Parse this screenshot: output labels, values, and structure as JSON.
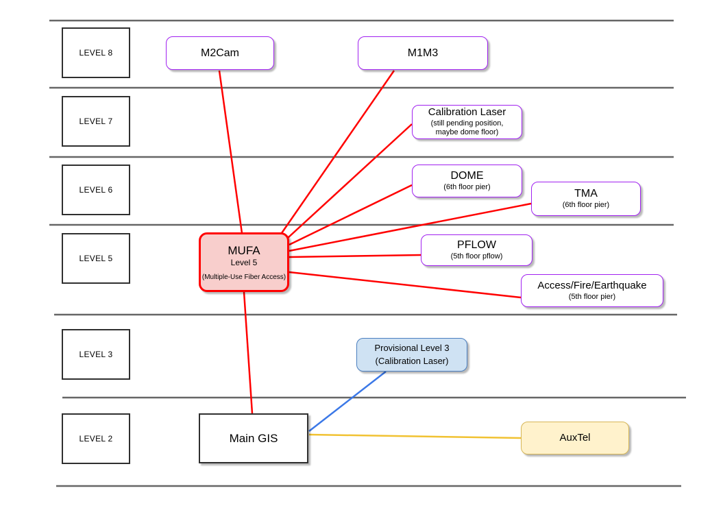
{
  "colors": {
    "separator": "#666666",
    "red_line": "#ff0000",
    "blue_line": "#3b78e7",
    "yellow_line": "#f1c232",
    "purple_border": "#a020f0",
    "mufa_fill": "#f8cecc",
    "mufa_border": "#ff0000",
    "provisional_fill": "#cfe2f3",
    "provisional_border": "#4a7ebf",
    "auxtel_fill": "#fff2cc",
    "auxtel_border": "#d6b656"
  },
  "levels": [
    {
      "label": "LEVEL 8"
    },
    {
      "label": "LEVEL 7"
    },
    {
      "label": "LEVEL 6"
    },
    {
      "label": "LEVEL 5"
    },
    {
      "label": "LEVEL 3"
    },
    {
      "label": "LEVEL 2"
    }
  ],
  "nodes": {
    "m2cam": {
      "title": "M2Cam"
    },
    "m1m3": {
      "title": "M1M3"
    },
    "calibration_laser": {
      "title": "Calibration Laser",
      "subtitle": "(still pending position,\nmaybe dome floor)"
    },
    "dome": {
      "title": "DOME",
      "subtitle": "(6th floor pier)"
    },
    "tma": {
      "title": "TMA",
      "subtitle": "(6th floor pier)"
    },
    "pflow": {
      "title": "PFLOW",
      "subtitle": "(5th floor pflow)"
    },
    "access_fire_earthquake": {
      "title": "Access/Fire/Earthquake",
      "subtitle": "(5th floor pier)"
    },
    "mufa": {
      "title": "MUFA",
      "subtitle": "Level 5",
      "note": "(Multiple-Use Fiber Access)"
    },
    "provisional_level3": {
      "title": "Provisional Level 3\n(Calibration Laser)"
    },
    "main_gis": {
      "title": "Main GIS"
    },
    "auxtel": {
      "title": "AuxTel"
    }
  },
  "edges": [
    {
      "from": "MUFA",
      "to": "M2Cam",
      "color": "red"
    },
    {
      "from": "MUFA",
      "to": "M1M3",
      "color": "red"
    },
    {
      "from": "MUFA",
      "to": "Calibration Laser",
      "color": "red"
    },
    {
      "from": "MUFA",
      "to": "DOME",
      "color": "red"
    },
    {
      "from": "MUFA",
      "to": "TMA",
      "color": "red"
    },
    {
      "from": "MUFA",
      "to": "PFLOW",
      "color": "red"
    },
    {
      "from": "MUFA",
      "to": "Access/Fire/Earthquake",
      "color": "red"
    },
    {
      "from": "MUFA",
      "to": "Main GIS",
      "color": "red"
    },
    {
      "from": "Main GIS",
      "to": "Provisional Level 3 (Calibration Laser)",
      "color": "blue"
    },
    {
      "from": "Main GIS",
      "to": "AuxTel",
      "color": "yellow"
    }
  ]
}
